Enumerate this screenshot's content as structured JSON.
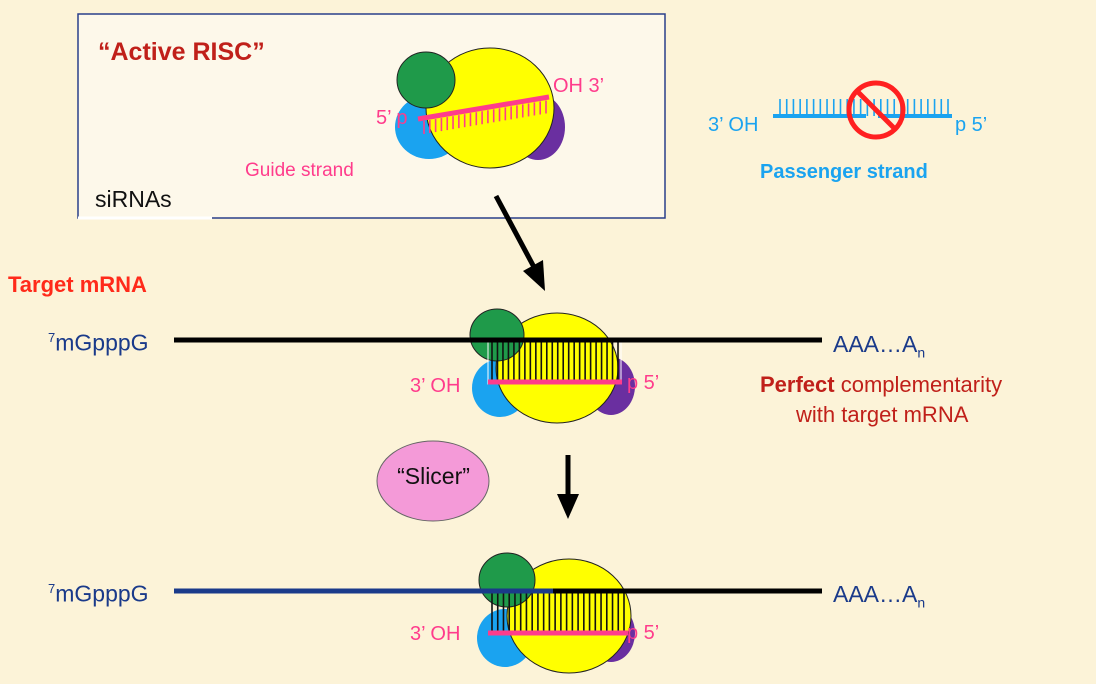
{
  "labels": {
    "active_risc": "“Active RISC”",
    "sirnas": "siRNAs",
    "guide_strand": "Guide strand",
    "guide_5p": "5’ p",
    "guide_oh3": "OH 3’",
    "passenger_3oh": "3’ OH",
    "passenger_p5": "p 5’",
    "passenger_strand": "Passenger strand",
    "target_mrna": "Target mRNA",
    "cap_sup": "7",
    "cap_text": "mGpppG",
    "poly_text": "AAA…A",
    "poly_sub": "n",
    "complex_3oh": "3’ OH",
    "complex_p5": "p 5’",
    "perfect_bold": "Perfect",
    "perfect_rest": " complementarity",
    "with_target": "with target mRNA",
    "slicer": "“Slicer”"
  },
  "colors": {
    "background": "#fcf3d8",
    "dark_red": "#c0201a",
    "bright_red": "#ff2a1a",
    "pink": "#ff3c8c",
    "blue": "#1aa3f0",
    "navy": "#1a3a8a",
    "green": "#1f9a4a",
    "yellow": "#ffff00",
    "purple": "#6a2fa0",
    "slicer_pink": "#f49ad8"
  },
  "icons": {
    "no_symbol": "no-symbol-icon",
    "arrow": "down-arrow-icon"
  }
}
